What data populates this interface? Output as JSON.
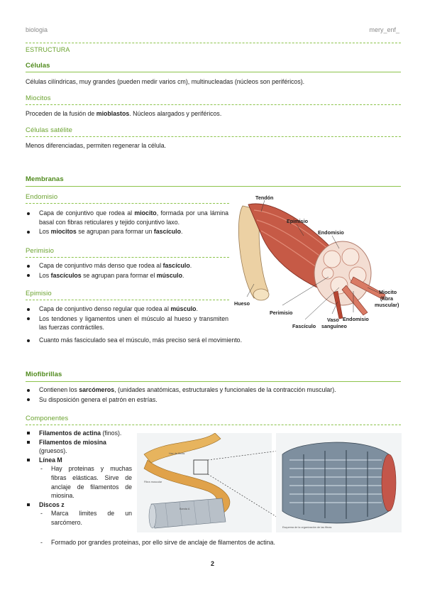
{
  "header": {
    "left": "biologia",
    "right": "mery_enf_"
  },
  "sections": {
    "estructura": "ESTRUCTURA",
    "celulas": {
      "title": "Células",
      "text": "Células cilíndricas, muy grandes (pueden medir varios cm), multinucleadas (núcleos son periféricos)."
    },
    "miocitos": {
      "title": "Miocitos",
      "text_pre": "Proceden de la fusión de ",
      "text_bold": "mioblastos",
      "text_post": ". Núcleos alargados y periféricos."
    },
    "satelite": {
      "title": "Células satélite",
      "text": "Menos diferenciadas, permiten regenerar la célula."
    },
    "membranas": {
      "title": "Membranas",
      "endomisio": {
        "title": "Endomisio",
        "b1_pre": "Capa de conjuntivo que rodea al ",
        "b1_bold": "miocito",
        "b1_post": ", formada por una lámina basal con fibras reticulares y tejido conjuntivo laxo.",
        "b2_pre": "Los ",
        "b2_bold": "miocitos",
        "b2_mid": " se agrupan para formar un ",
        "b2_bold2": "fascículo",
        "b2_post": "."
      },
      "perimisio": {
        "title": "Perimisio",
        "b1_pre": "Capa de conjuntivo más denso que rodea al ",
        "b1_bold": "fascículo",
        "b1_post": ".",
        "b2_pre": "Los ",
        "b2_bold": "fascículos",
        "b2_mid": " se agrupan para formar el ",
        "b2_bold2": "músculo",
        "b2_post": "."
      },
      "epimisio": {
        "title": "Epimisio",
        "b1_pre": "Capa de conjuntivo denso regular que rodea al ",
        "b1_bold": "músculo",
        "b1_post": ".",
        "b2": "Los tendones y ligamentos unen el músculo al hueso y transmiten las fuerzas contráctiles.",
        "b3": "Cuanto más fasciculado sea el músculo, más preciso será el movimiento."
      }
    },
    "miofibrillas": {
      "title": "Miofibrillas",
      "b1_pre": "Contienen los ",
      "b1_bold": "sarcómeros",
      "b1_post": ", (unidades anatómicas, estructurales y funcionales de la contracción muscular).",
      "b2": "Su disposición genera el patrón en estrías."
    },
    "componentes": {
      "title": "Componentes",
      "i1_bold": "Filamentos de actina",
      "i1_post": " (finos).",
      "i2_bold": "Filamentos de miosina",
      "i2_post": "(gruesos).",
      "i3_bold": "Línea M",
      "i3_d1": "Hay proteinas y muchas fibras elásticas. Sirve de anclaje de filamentos de miosina.",
      "i4_bold": "Discos z",
      "i4_d1": "Marca limites de un sarcómero.",
      "i4_d2": "Formado por grandes proteinas, por ello sirve de anclaje de filamentos de actina."
    }
  },
  "figure1": {
    "labels": {
      "tendon": "Tendón",
      "epimisio": "Epimisio",
      "endomisio": "Endomisio",
      "hueso": "Hueso",
      "perimisio": "Perimisio",
      "fasciculo": "Fascículo",
      "vaso": "Vaso",
      "sanguineo": "sanguíneo",
      "endomisio2": "Endomisio",
      "miocito": "Miocito",
      "fibra": "(fibra",
      "muscular": "muscular)"
    }
  },
  "page_number": "2",
  "colors": {
    "accent": "#8cc34b",
    "heading": "#6aa22e",
    "muscle": "#c0503a",
    "bone": "#e9c99a"
  }
}
